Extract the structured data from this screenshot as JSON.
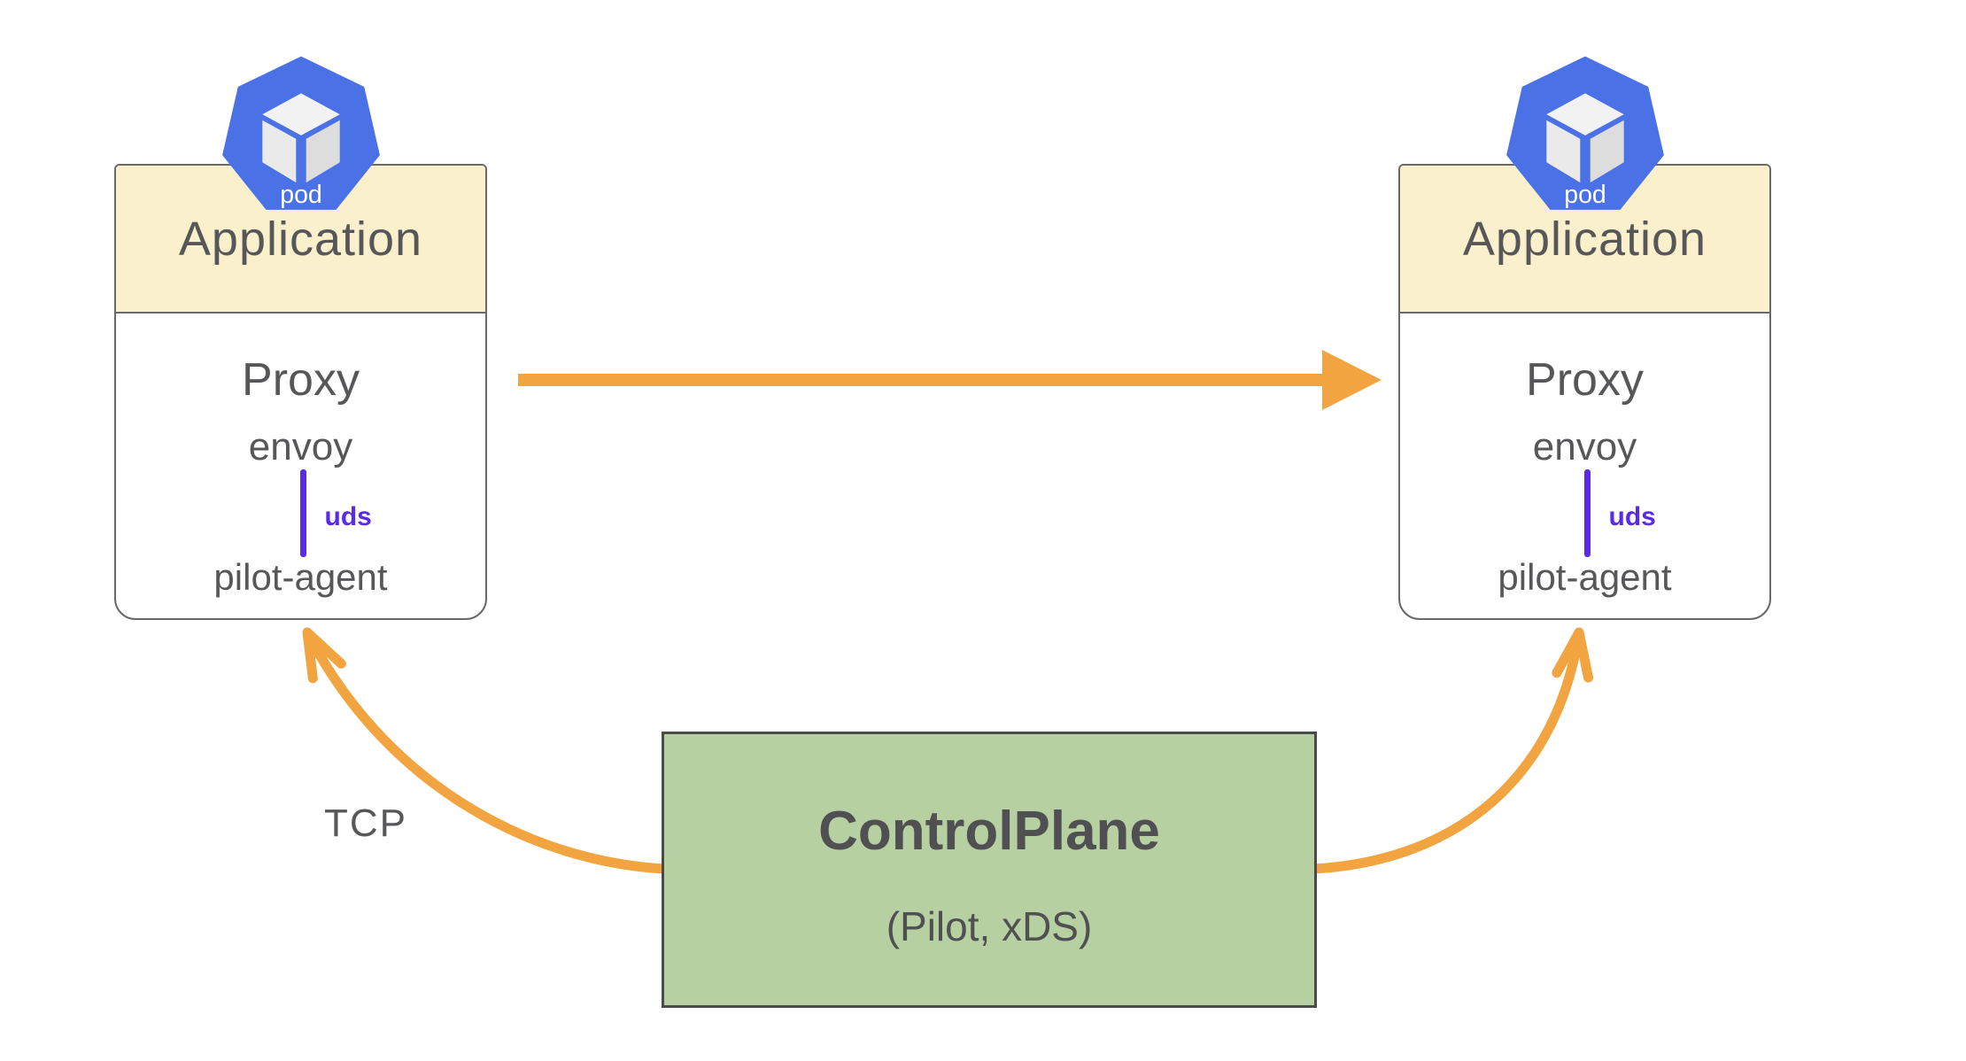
{
  "colors": {
    "background": "#ffffff",
    "accent-orange": "#F1A440",
    "uds-purple": "#5A2BE6",
    "k8s-blue": "#4B71E6",
    "header-cream": "#FAF0CC",
    "control-plane-green": "#B7D0A2",
    "box-border": "#696969",
    "dark-border": "#4A4A4A",
    "text-gray": "#57575A",
    "cube-top": "#F2F2F2",
    "cube-left": "#EAEAEA",
    "cube-right": "#DDDDDD",
    "pod-text": "#FFFFFF"
  },
  "pods": [
    {
      "side": "left",
      "icon_label": "pod",
      "application_label": "Application",
      "proxy_label": "Proxy",
      "envoy_label": "envoy",
      "uds_label": "uds",
      "agent_label": "pilot-agent"
    },
    {
      "side": "right",
      "icon_label": "pod",
      "application_label": "Application",
      "proxy_label": "Proxy",
      "envoy_label": "envoy",
      "uds_label": "uds",
      "agent_label": "pilot-agent"
    }
  ],
  "control_plane": {
    "title": "ControlPlane",
    "subtitle": "(Pilot, xDS)"
  },
  "labels": {
    "tcp": "TCP"
  },
  "arrows": [
    {
      "name": "service-traffic",
      "from": "left-pod-proxy",
      "to": "right-pod-proxy",
      "style": "straight"
    },
    {
      "name": "xds-to-left-pod",
      "from": "control-plane",
      "to": "left-pod-pilot-agent",
      "label": "TCP",
      "style": "curved"
    },
    {
      "name": "xds-to-right-pod",
      "from": "control-plane",
      "to": "right-pod-pilot-agent",
      "style": "curved"
    }
  ]
}
